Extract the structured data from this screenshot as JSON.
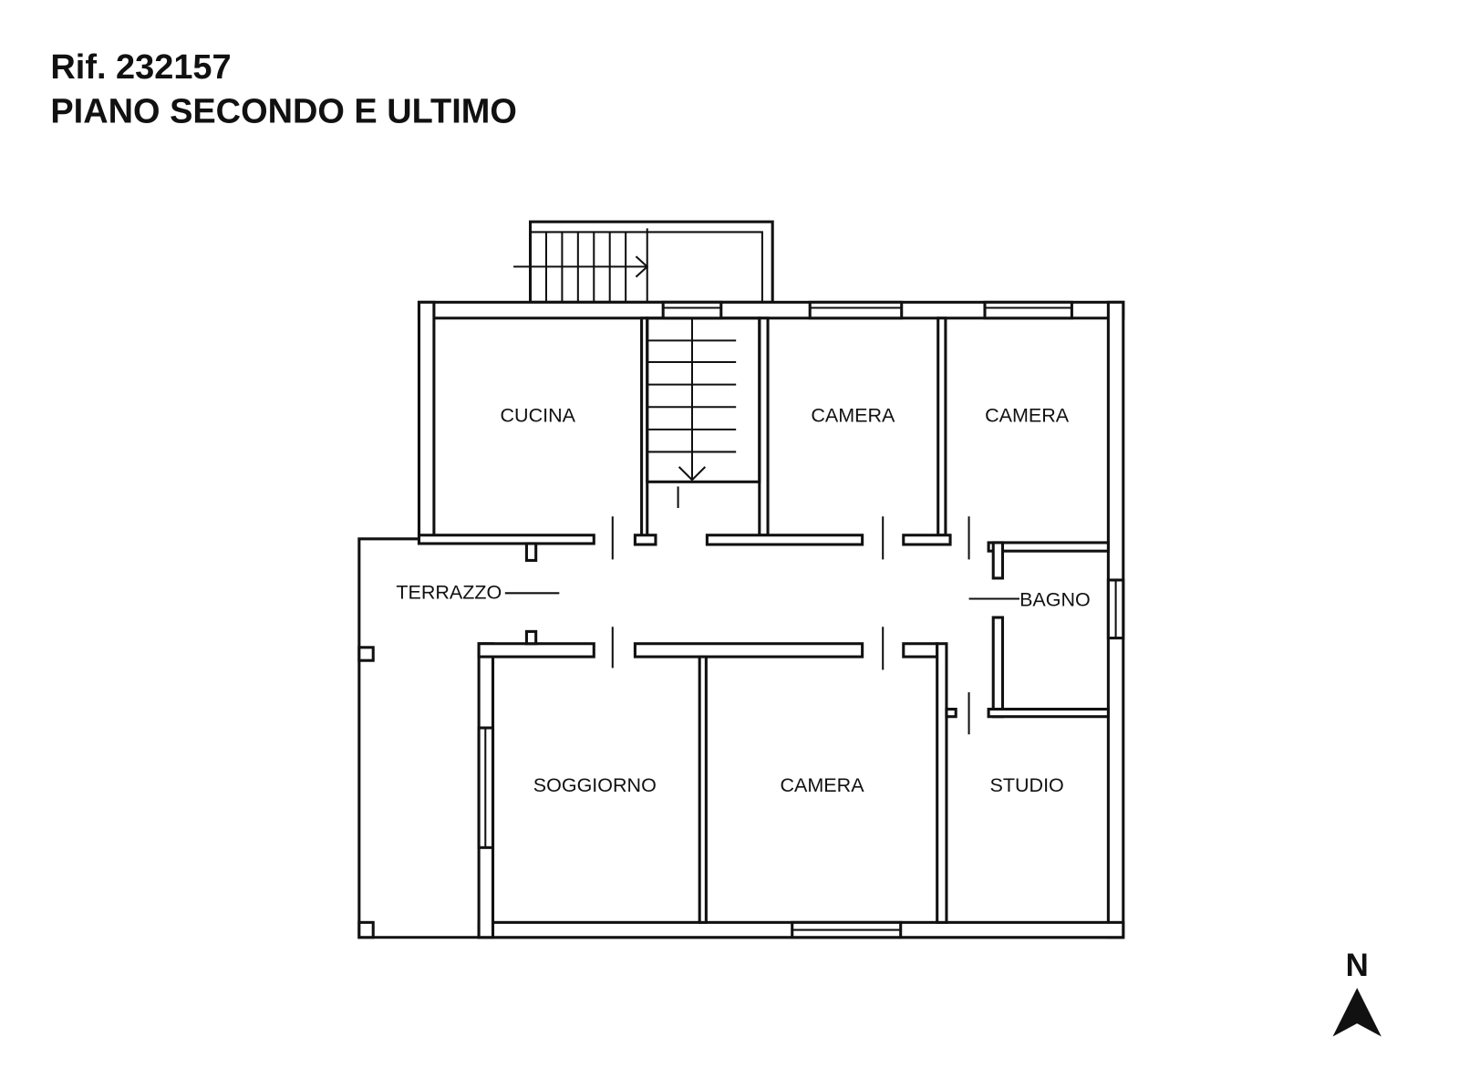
{
  "header": {
    "reference": "Rif. 232157",
    "floor": "PIANO SECONDO E ULTIMO"
  },
  "rooms": {
    "cucina": "CUCINA",
    "camera_1": "CAMERA",
    "camera_2": "CAMERA",
    "terrazzo": "TERRAZZO",
    "bagno": "BAGNO",
    "soggiorno": "SOGGIORNO",
    "camera_3": "CAMERA",
    "studio": "STUDIO"
  },
  "compass": {
    "label": "N",
    "icon": "north-arrow-icon"
  }
}
